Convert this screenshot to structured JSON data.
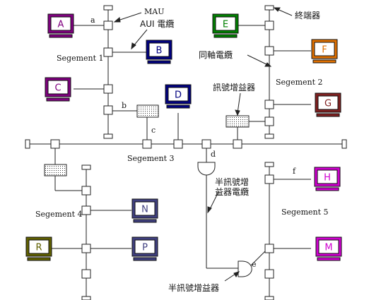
{
  "segments": {
    "s1": "Segement 1",
    "s2": "Segement 2",
    "s3": "Segement 3",
    "s4": "Segement 4",
    "s5": "Segement 5"
  },
  "labels": {
    "mau": "MAU",
    "aui": "AUI 電纜",
    "terminator": "終端器",
    "coax": "同軸電纜",
    "repeater": "訊號增益器",
    "half_repeater_cable_1": "半訊號增",
    "half_repeater_cable_2": "益器電纜",
    "half_repeater": "半訊號增益器"
  },
  "points": {
    "a": "a",
    "b": "b",
    "c": "c",
    "d": "d",
    "e": "e",
    "f": "f"
  },
  "computers": [
    {
      "id": "A",
      "color": "#800080"
    },
    {
      "id": "B",
      "color": "#000080"
    },
    {
      "id": "C",
      "color": "#800080"
    },
    {
      "id": "D",
      "color": "#000080"
    },
    {
      "id": "E",
      "color": "#008000"
    },
    {
      "id": "F",
      "color": "#e07000"
    },
    {
      "id": "G",
      "color": "#802020"
    },
    {
      "id": "H",
      "color": "#d000d0"
    },
    {
      "id": "N",
      "color": "#404080"
    },
    {
      "id": "R",
      "color": "#606000"
    },
    {
      "id": "P",
      "color": "#404080"
    },
    {
      "id": "M",
      "color": "#d000d0"
    }
  ]
}
